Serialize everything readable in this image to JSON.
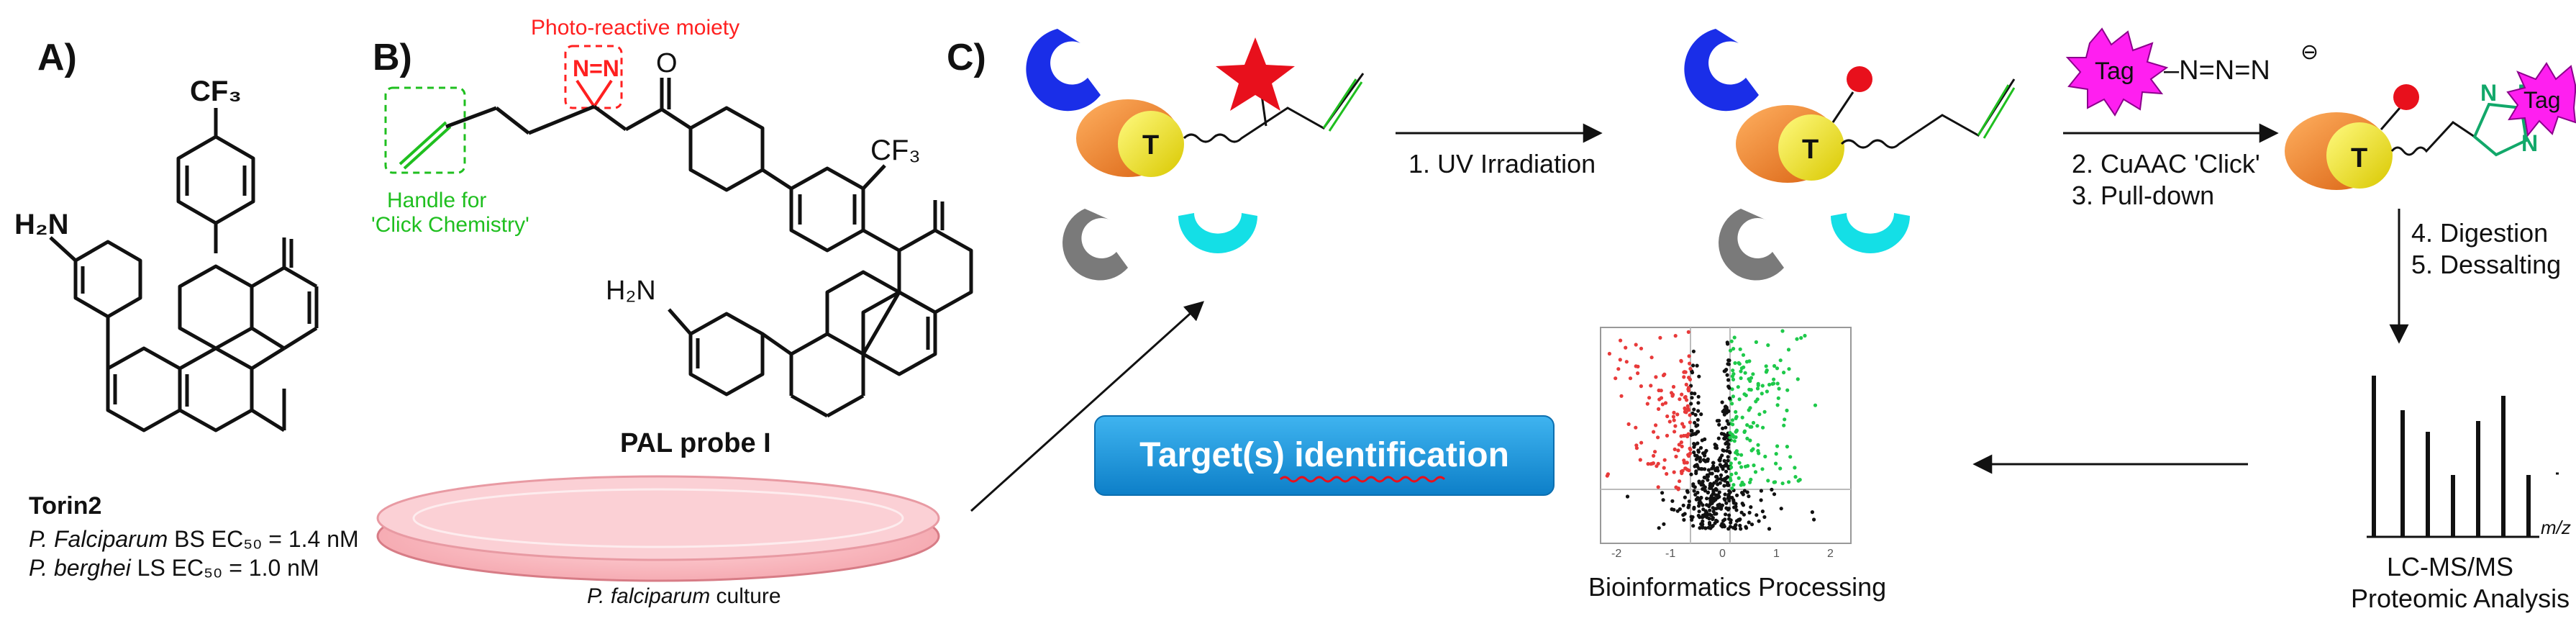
{
  "panels": {
    "a": {
      "label": "A)"
    },
    "b": {
      "label": "B)"
    },
    "c": {
      "label": "C)"
    }
  },
  "torin2": {
    "amine": "H₂N",
    "cf3": "CF₃",
    "name": "Torin2",
    "line1_species": "P. Falciparum",
    "line1_rest": " BS EC₅₀ = 1.4 nM",
    "line2_species": "P. berghei",
    "line2_rest": " LS EC₅₀ = 1.0 nM"
  },
  "probe": {
    "photo_label": "Photo-reactive moiety",
    "diazirine": "N=N",
    "handle_line1": "Handle for",
    "handle_line2": "'Click Chemistry'",
    "carbonyl_o": "O",
    "amine": "H₂N",
    "cf3": "CF₃",
    "name": "PAL probe I"
  },
  "culture": {
    "species": "P. falciparum",
    "rest": " culture"
  },
  "workflow": {
    "target_letter": "T",
    "step1": "1. UV Irradiation",
    "step2": "2. CuAAC 'Click'",
    "step3": "3. Pull-down",
    "step4": "4. Digestion",
    "step5": "5. Dessalting",
    "tag_label": "Tag",
    "azide": "–N=N=N",
    "azide_charge": "⊖",
    "triazole_n1": "N",
    "triazole_n2": "N",
    "triazole_n3": "N",
    "ms_axis": "m/z",
    "ms_caption1": "LC-MS/MS",
    "ms_caption2": "Proteomic Analysis",
    "volcano_caption": "Bioinformatics Processing",
    "volcano_ticks": [
      "-2",
      "-1",
      "0",
      "1",
      "2"
    ],
    "identification": "Target(s) identification"
  },
  "colors": {
    "blue_protein": "#1a2ee8",
    "orange_protein": "#f07d1e",
    "yellow_target": "#f2e619",
    "gray_protein": "#7a7a7a",
    "cyan_protein": "#14dfe6",
    "star": "#e8101c",
    "crosslink": "#e8101c",
    "tag": "#ff1ff0",
    "alkyne": "#1fbf1f",
    "triazole": "#12a86a",
    "photo_box": "#ff2020",
    "handle_box": "#1fbf1f",
    "button": "#1aa0e8",
    "volcano_up": "#1ec94a",
    "volcano_down": "#e83a3a"
  }
}
